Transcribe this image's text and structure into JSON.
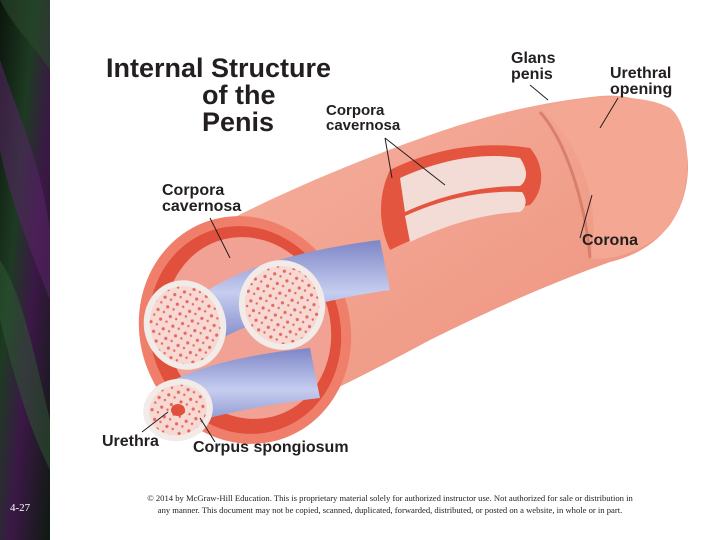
{
  "slide_number": "4-27",
  "title": {
    "line1": "Internal Structure",
    "line2": "of the",
    "line3": "Penis"
  },
  "labels": {
    "glans_line1": "Glans",
    "glans_line2": "penis",
    "urethral_line1": "Urethral",
    "urethral_line2": "opening",
    "corpora_top_line1": "Corpora",
    "corpora_top_line2": "cavernosa",
    "corpora_left_line1": "Corpora",
    "corpora_left_line2": "cavernosa",
    "corona": "Corona",
    "urethra": "Urethra",
    "corpus_spongiosum": "Corpus spongiosum"
  },
  "copyright": {
    "line1": "© 2014 by McGraw-Hill Education.  This is proprietary material solely for authorized instructor use.  Not authorized for sale or distribution in",
    "line2": "any manner.  This document may not be copied, scanned, duplicated, forwarded, distributed, or posted on a website, in whole or in part."
  },
  "colors": {
    "sidebar_dark": "#0d1a0e",
    "sidebar_purple": "#4a1a55",
    "skin": "#f1a08c",
    "skin_light": "#f7c0b0",
    "tissue_red": "#e04a3a",
    "erectile_pink": "#f6d2cc",
    "vessel_blue": "#9aa6d8",
    "text": "#231f20"
  }
}
